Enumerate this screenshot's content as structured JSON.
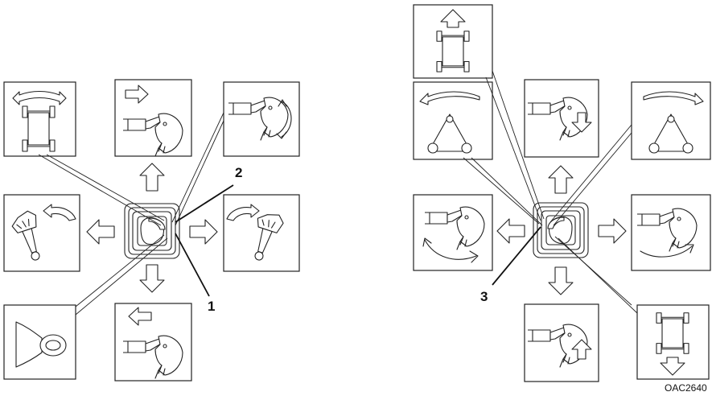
{
  "callouts": {
    "label_1": "1",
    "label_2": "2",
    "label_3": "3"
  },
  "figure_code": "OAC2640",
  "left_joystick": {
    "icons": [
      "steer-left-right-icon",
      "dipper-out-icon",
      "bucket-dump-icon",
      "boom-swing-left-icon",
      "boom-swing-right-icon",
      "horn-icon",
      "dipper-in-icon"
    ]
  },
  "right_joystick": {
    "icons": [
      "travel-forward-icon",
      "slew-left-icon",
      "boom-lower-icon",
      "slew-right-icon",
      "bucket-crowd-icon",
      "bucket-open-icon",
      "boom-raise-icon",
      "travel-reverse-icon"
    ]
  }
}
